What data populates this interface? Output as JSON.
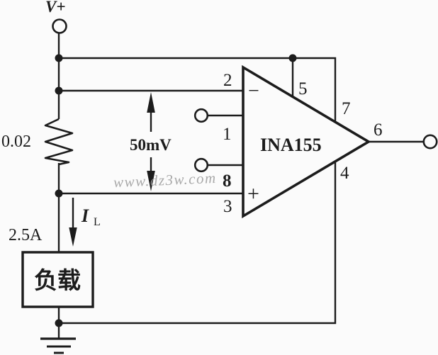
{
  "diagram": {
    "kind": "circuit-schematic",
    "labels": {
      "supply": "V+",
      "shunt_value": "0.02",
      "sense_voltage": "50mV",
      "current_symbol": "I",
      "current_subscript": "L",
      "current_value": "2.5A",
      "load": "负载",
      "ic": "INA155",
      "inverting_sign": "−",
      "noninverting_sign": "+"
    },
    "pins": {
      "p1": "1",
      "p2": "2",
      "p3": "3",
      "p4": "4",
      "p5": "5",
      "p6": "6",
      "p7": "7",
      "p8": "8"
    }
  },
  "watermark": {
    "text": "www.dz3w.com"
  },
  "colors": {
    "line": "#1c1c1c",
    "background": "#fbfbfb",
    "watermark": "#9b9b9b"
  }
}
